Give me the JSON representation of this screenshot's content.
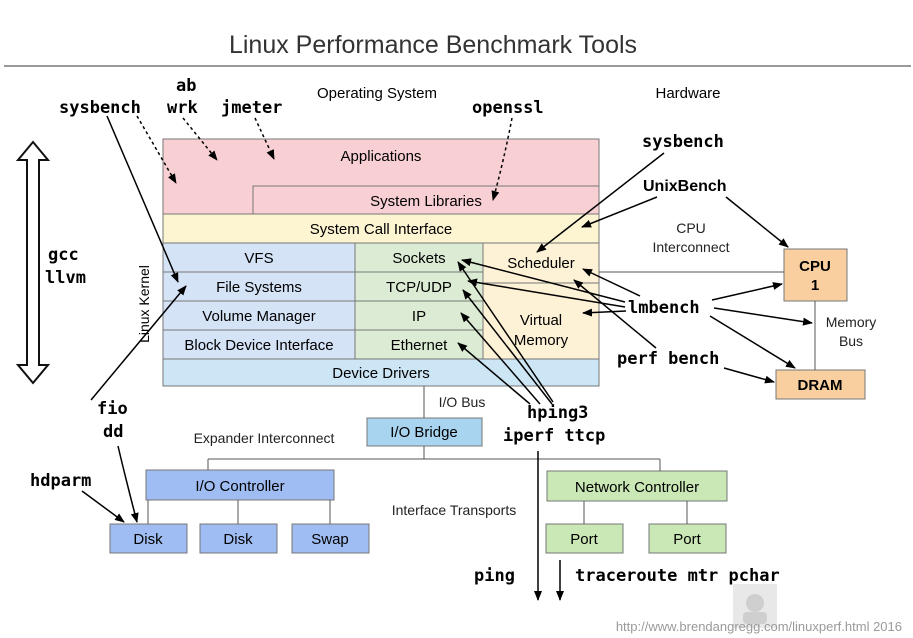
{
  "title": "Linux Performance Benchmark Tools",
  "regions": {
    "operating_system": "Operating System",
    "hardware": "Hardware",
    "linux_kernel": "Linux Kernel"
  },
  "layers": {
    "applications": "Applications",
    "system_libraries": "System Libraries",
    "system_call_interface": "System Call Interface",
    "vfs": "VFS",
    "file_systems": "File Systems",
    "volume_manager": "Volume Manager",
    "block_device_interface": "Block Device Interface",
    "sockets": "Sockets",
    "tcp_udp": "TCP/UDP",
    "ip": "IP",
    "ethernet": "Ethernet",
    "scheduler": "Scheduler",
    "virtual_memory_line1": "Virtual",
    "virtual_memory_line2": "Memory",
    "device_drivers": "Device Drivers"
  },
  "hardware": {
    "cpu_line1": "CPU",
    "cpu_line2": "1",
    "dram": "DRAM",
    "cpu_interconnect_line1": "CPU",
    "cpu_interconnect_line2": "Interconnect",
    "memory_bus_line1": "Memory",
    "memory_bus_line2": "Bus",
    "io_bus": "I/O Bus",
    "io_bridge": "I/O Bridge",
    "expander_interconnect": "Expander Interconnect",
    "io_controller": "I/O Controller",
    "network_controller": "Network Controller",
    "interface_transports": "Interface Transports",
    "disk1": "Disk",
    "disk2": "Disk",
    "swap": "Swap",
    "port1": "Port",
    "port2": "Port"
  },
  "tools": {
    "sysbench_left": "sysbench",
    "ab": "ab",
    "wrk": "wrk",
    "jmeter": "jmeter",
    "openssl": "openssl",
    "sysbench_right": "sysbench",
    "unixbench": "UnixBench",
    "lmbench": "lmbench",
    "perf_bench": "perf bench",
    "gcc": "gcc",
    "llvm": "llvm",
    "fio": "fio",
    "dd": "dd",
    "hdparm": "hdparm",
    "hping3": "hping3",
    "iperf_ttcp": "iperf ttcp",
    "ping": "ping",
    "traceroute_mtr_pchar": "traceroute mtr pchar"
  },
  "footer": {
    "url": "http://www.brendangregg.com/linuxperf.html 2016"
  },
  "colors": {
    "applications": "#f8d0d3",
    "syscall": "#fdf4d2",
    "fs_stack": "#d5e3f7",
    "net_stack": "#dcebd3",
    "sched_vm": "#fdf1d6",
    "device_drivers": "#cde6f5",
    "cpu": "#f9cfa0",
    "io_blue": "#9fbdf2",
    "io_bridge": "#a8d4ef",
    "green": "#c9e8b5"
  }
}
